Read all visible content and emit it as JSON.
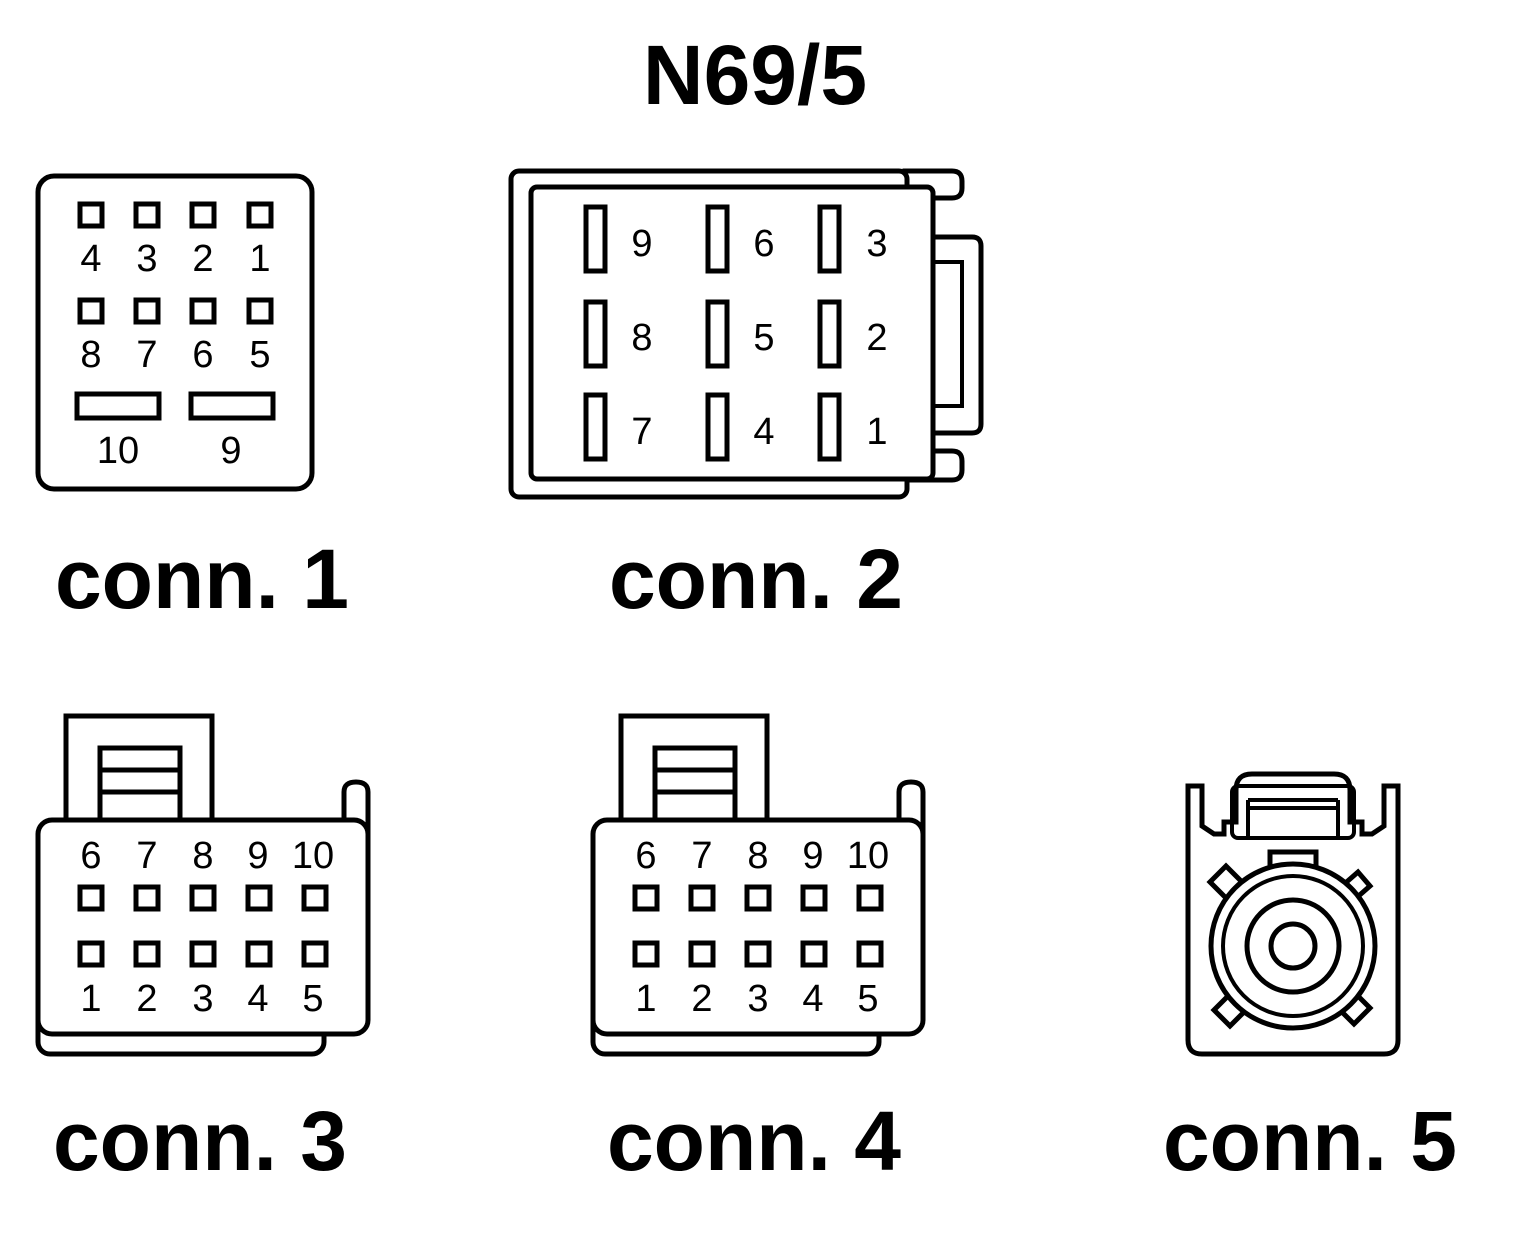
{
  "title": "N69/5",
  "connectors": {
    "c1": {
      "caption": "conn. 1",
      "row1": [
        "4",
        "3",
        "2",
        "1"
      ],
      "row2": [
        "8",
        "7",
        "6",
        "5"
      ],
      "row3": [
        "10",
        "9"
      ]
    },
    "c2": {
      "caption": "conn. 2",
      "row1": [
        "9",
        "6",
        "3"
      ],
      "row2": [
        "8",
        "5",
        "2"
      ],
      "row3": [
        "7",
        "4",
        "1"
      ]
    },
    "c3": {
      "caption": "conn. 3",
      "top": [
        "6",
        "7",
        "8",
        "9",
        "10"
      ],
      "bottom": [
        "1",
        "2",
        "3",
        "4",
        "5"
      ]
    },
    "c4": {
      "caption": "conn. 4",
      "top": [
        "6",
        "7",
        "8",
        "9",
        "10"
      ],
      "bottom": [
        "1",
        "2",
        "3",
        "4",
        "5"
      ]
    },
    "c5": {
      "caption": "conn. 5"
    }
  }
}
